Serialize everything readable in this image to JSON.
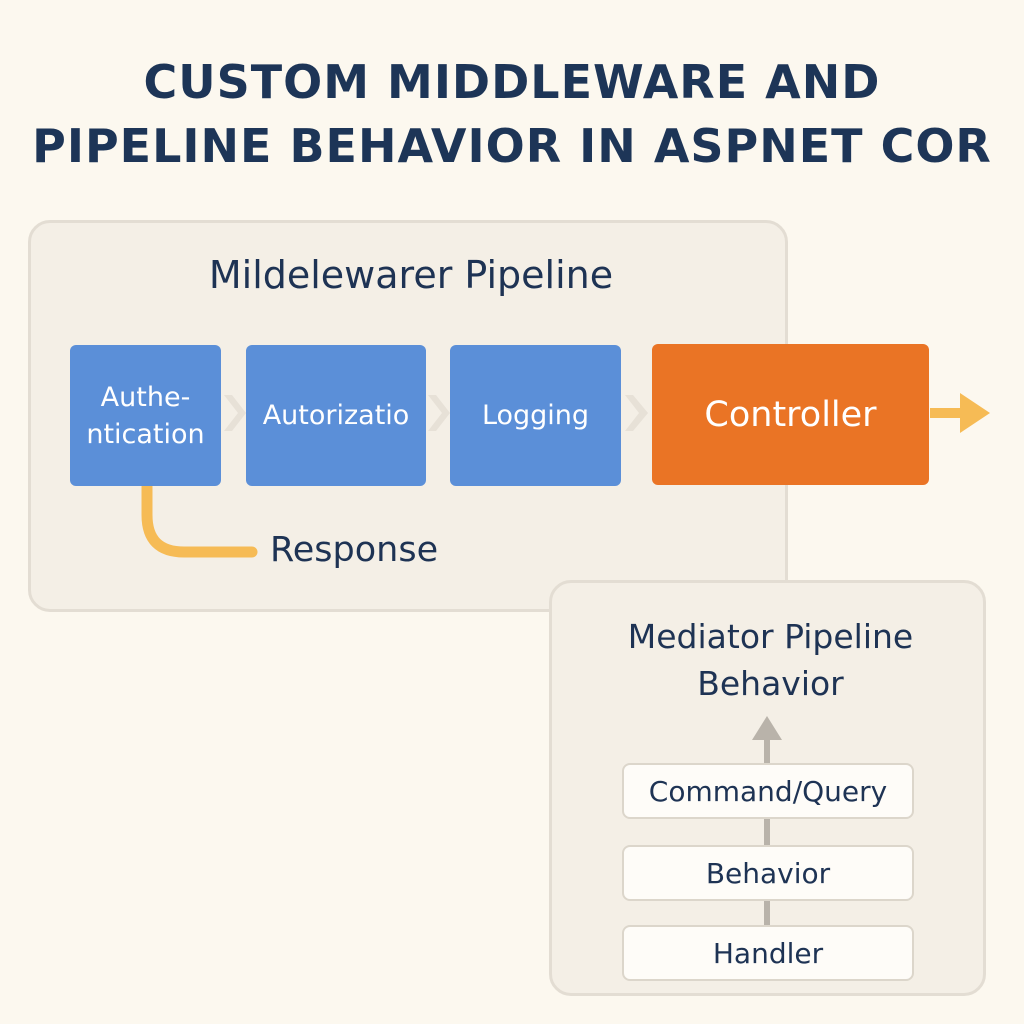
{
  "title": {
    "line1": "CUSTOM MIDDLEWARE AND",
    "line2": "PIPELINE BEHAVIOR IN ASPNET COR"
  },
  "middleware": {
    "heading": "Mildelewarer Pipeline",
    "stages": [
      {
        "line1": "Authe-",
        "line2": "ntication"
      },
      {
        "label": "Autorizatio"
      },
      {
        "label": "Logging"
      },
      {
        "label": "Controller"
      }
    ],
    "response_label": "Response",
    "colors": {
      "stage": "#5b8fd8",
      "controller": "#ea7425",
      "arrow": "#f6bb55"
    }
  },
  "mediator": {
    "heading_line1": "Mediator Pipeline",
    "heading_line2": "Behavior",
    "items": [
      "Command/Query",
      "Behavior",
      "Handler"
    ]
  }
}
